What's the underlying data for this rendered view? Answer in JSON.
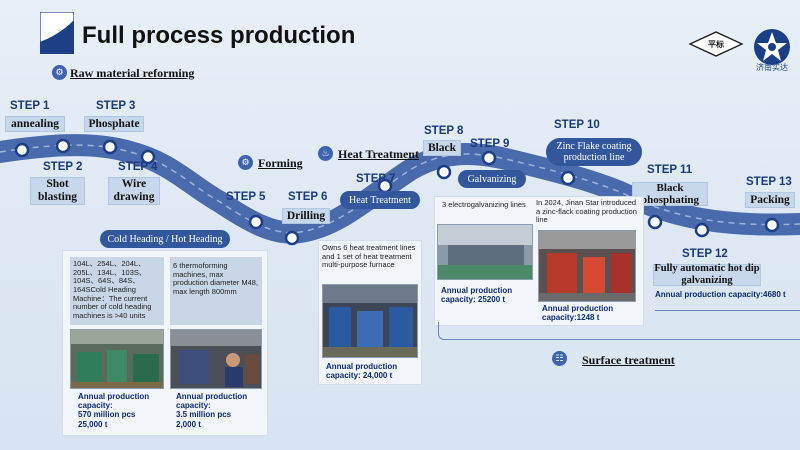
{
  "title": "Full process production",
  "logo_text": "济南实达",
  "logo_seal_text": "平标",
  "sections": {
    "raw": "Raw material reforming",
    "forming": "Forming",
    "heat": "Heat Treatment",
    "surface": "Surface treatment"
  },
  "steps": [
    {
      "step": "STEP 1",
      "label": "annealing"
    },
    {
      "step": "STEP 2",
      "label": "Shot blasting"
    },
    {
      "step": "STEP 3",
      "label": "Phosphate"
    },
    {
      "step": "STEP 4",
      "label": "Wire drawing"
    },
    {
      "step": "STEP 5",
      "label": ""
    },
    {
      "step": "STEP 6",
      "label": "Drilling"
    },
    {
      "step": "STEP 7",
      "label": "Heat Treatment"
    },
    {
      "step": "STEP 8",
      "label": "Black"
    },
    {
      "step": "STEP 9",
      "label": "Galvanizing"
    },
    {
      "step": "STEP 10",
      "label": "Zinc Flake coating production line"
    },
    {
      "step": "STEP 11",
      "label": "Black phosphating"
    },
    {
      "step": "STEP 12",
      "label": "Fully automatic hot dip galvanizing"
    },
    {
      "step": "STEP 13",
      "label": "Packing"
    }
  ],
  "cold_heading": "Cold Heading / Hot Heading",
  "notes": {
    "steel": "104L、254L、204L、205L、134L、103S、104S、64S、84S、164SCold Heading Machine：The current number of cold heading machines is >40 units",
    "thermo": "6 thermoforming machines, max production diameter M48, max length 800mm",
    "heat": "Owns 6 heat treatment lines and 1 set of heat treatment multi-purpose furnace",
    "electro": "3 electrogalvanizing lines",
    "zinc": "In 2024, Jinan Star introduced a zinc-flack coating production line"
  },
  "capacities": {
    "cold": "Annual production capacity:\n570 million pcs\n25,000 t",
    "thermo": "Annual production capacity:\n3.5 million pcs\n2,000 t",
    "heat": "Annual production capacity: 24,000 t",
    "electro": "Annual production capacity: 25200 t",
    "zinc": "Annual production capacity:1248 t",
    "hotdip": "Annual production capacity:4680 t"
  },
  "colors": {
    "accent": "#33579c",
    "label_bg": "#c8d8ec",
    "road": "#4a6aae",
    "step_text": "#1a3a78"
  }
}
